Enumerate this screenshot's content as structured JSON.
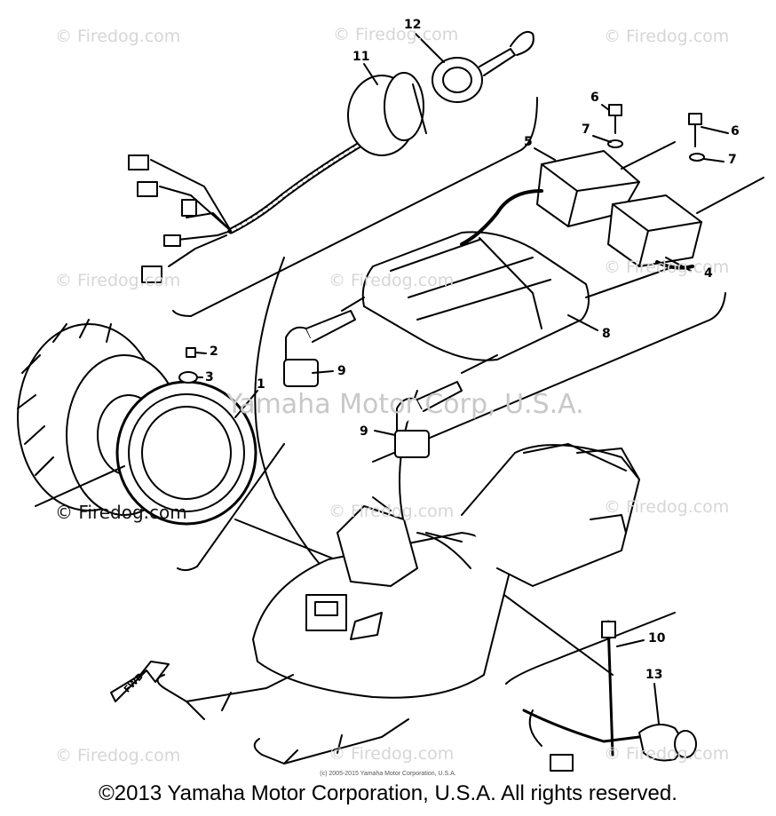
{
  "watermarks": {
    "site": "© Firedog.com",
    "center": "Yamaha Motor Corp, U.S.A."
  },
  "callouts": {
    "c1": "1",
    "c2": "2",
    "c3": "3",
    "c4": "4",
    "c5": "5",
    "c6a": "6",
    "c6b": "6",
    "c7a": "7",
    "c7b": "7",
    "c8": "8",
    "c9a": "9",
    "c9b": "9",
    "c10": "10",
    "c11": "11",
    "c12": "12",
    "c13": "13"
  },
  "fwd_label": "FWD",
  "credit_small": "(c) 2005-2015 Yamaha Motor Corporation, U.S.A.",
  "copyright": "©2013 Yamaha Motor Corporation, U.S.A. All rights reserved."
}
